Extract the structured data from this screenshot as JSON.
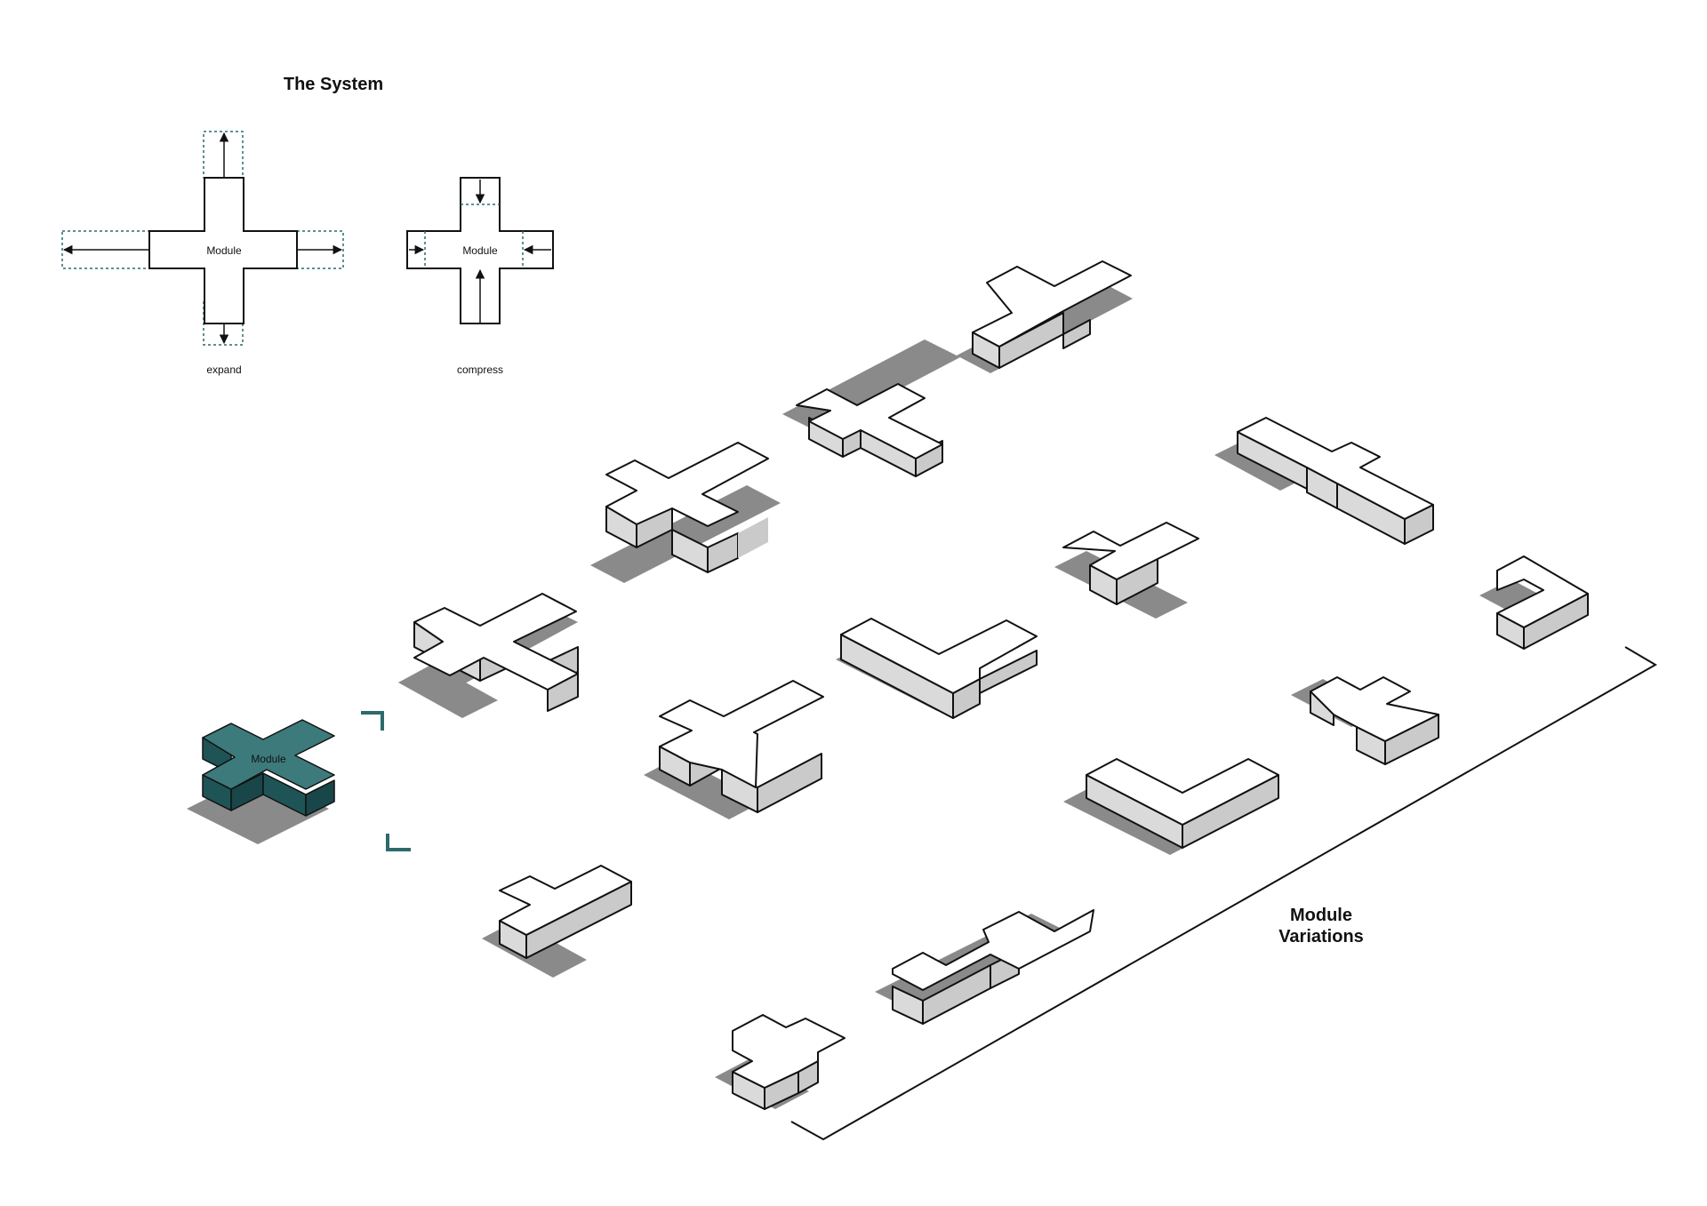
{
  "system": {
    "title": "The System",
    "expand": {
      "module_label": "Module",
      "caption": "expand"
    },
    "compress": {
      "module_label": "Module",
      "caption": "compress"
    }
  },
  "base_module": {
    "label": "Module",
    "color": "#2d6a6c"
  },
  "variations": {
    "title_line1": "Module",
    "title_line2": "Variations"
  },
  "colors": {
    "accent": "#2d6a6c",
    "dashed": "#2d6a6c",
    "block_top": "#ffffff",
    "block_side": "#dadada",
    "shadow": "#8a8a8a",
    "stroke": "#111111"
  }
}
